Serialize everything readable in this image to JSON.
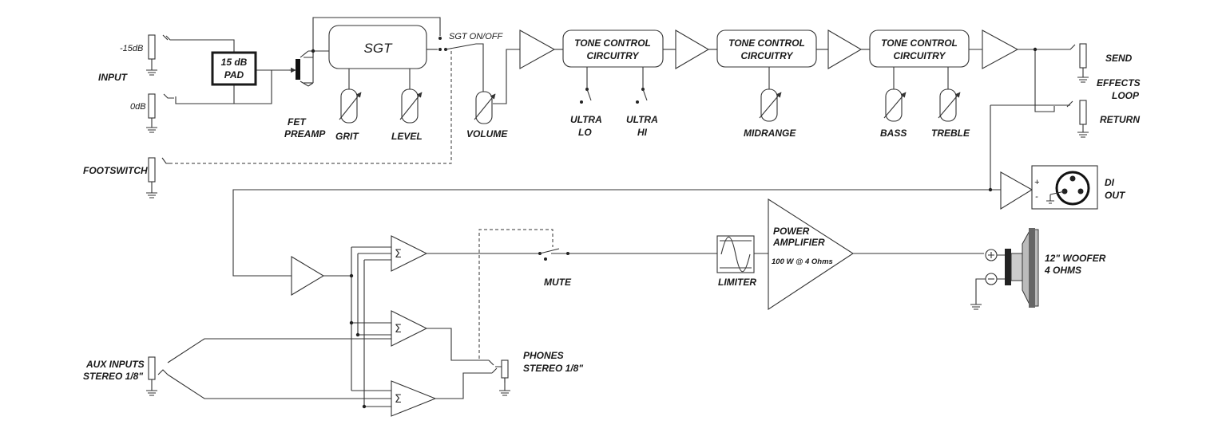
{
  "labels": {
    "input": "INPUT",
    "minus15db": "-15dB",
    "zero_db": "0dB",
    "pad_line1": "15 dB",
    "pad_line2": "PAD",
    "fet_line1": "FET",
    "fet_line2": "PREAMP",
    "sgt": "SGT",
    "sgt_onoff": "SGT ON/OFF",
    "grit": "GRIT",
    "level": "LEVEL",
    "volume": "VOLUME",
    "tone_line1": "TONE CONTROL",
    "tone_line2": "CIRCUITRY",
    "ultra_lo_1": "ULTRA",
    "ultra_lo_2": "LO",
    "ultra_hi_1": "ULTRA",
    "ultra_hi_2": "HI",
    "midrange": "MIDRANGE",
    "bass": "BASS",
    "treble": "TREBLE",
    "send": "SEND",
    "effects_1": "EFFECTS",
    "effects_2": "LOOP",
    "return": "RETURN",
    "footswitch": "FOOTSWITCH",
    "di_1": "DI",
    "di_2": "OUT",
    "plus": "+",
    "minus": "-",
    "mute": "MUTE",
    "limiter": "LIMITER",
    "power_1": "POWER",
    "power_2": "AMPLIFIER",
    "power_3": "100 W @ 4 Ohms",
    "woofer_1": "12\" WOOFER",
    "woofer_2": "4 OHMS",
    "aux_1": "AUX INPUTS",
    "aux_2": "STEREO 1/8\"",
    "phones_1": "PHONES",
    "phones_2": "STEREO 1/8\"",
    "sigma": "Σ"
  }
}
